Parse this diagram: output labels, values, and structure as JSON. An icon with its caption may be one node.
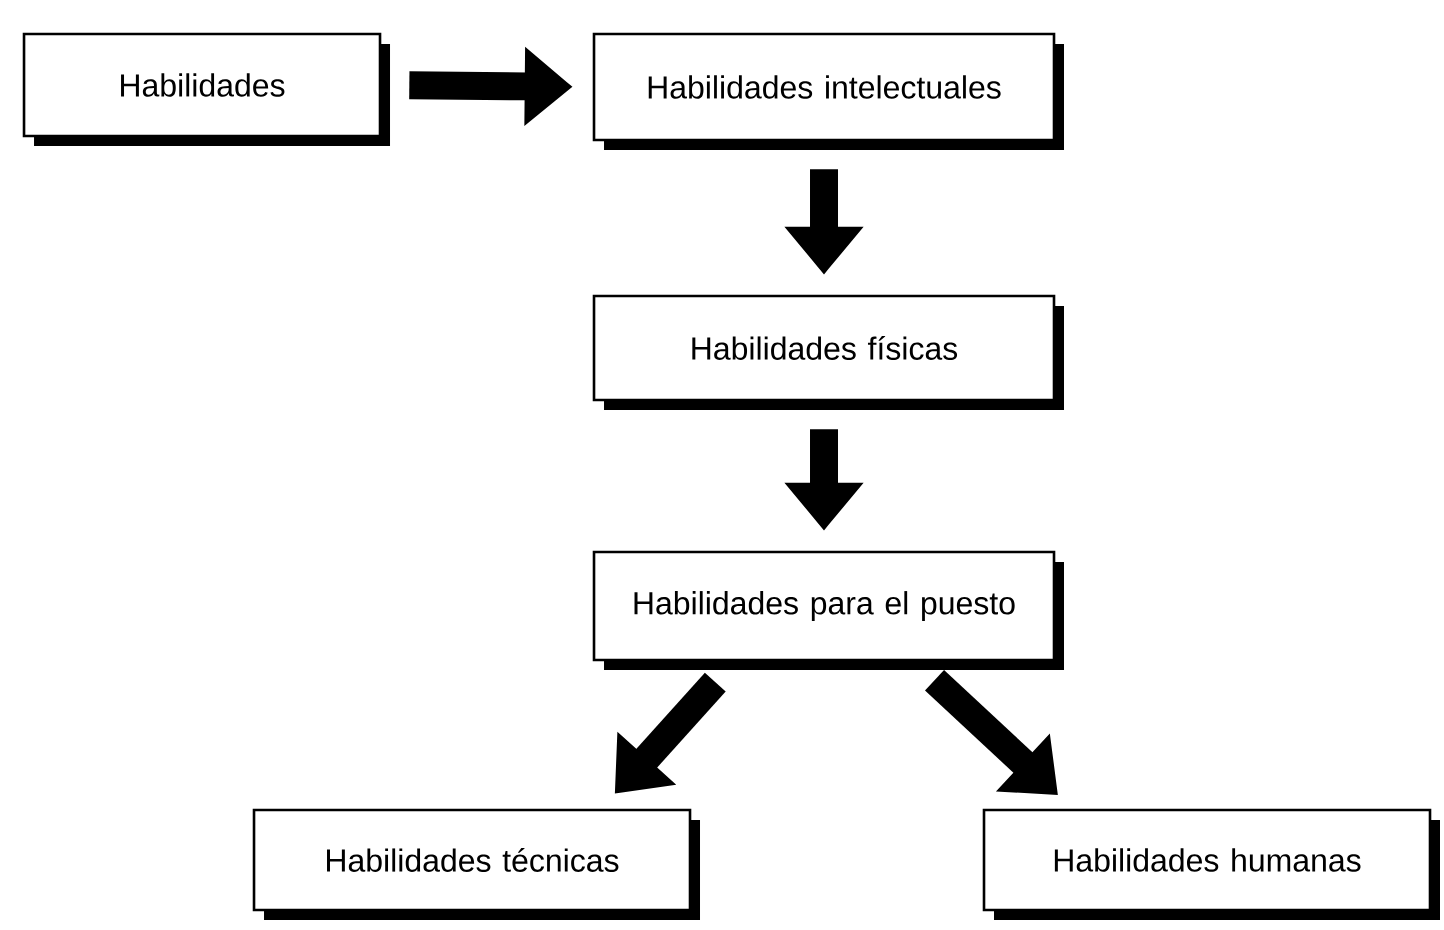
{
  "diagram": {
    "nodes": [
      {
        "text": [
          "Habilidades"
        ]
      },
      {
        "text": [
          "Habilidades intelectuales"
        ]
      },
      {
        "text": [
          "Habilidades físicas"
        ]
      },
      {
        "text": [
          "Habilidades para el puesto"
        ]
      },
      {
        "text": [
          "Habilidades técnicas"
        ]
      },
      {
        "text": [
          "Habilidades humanas"
        ]
      }
    ],
    "edges": [
      {
        "from": 0,
        "to": 1,
        "arrow": "to"
      },
      {
        "from": 1,
        "to": 2,
        "arrow": "to"
      },
      {
        "from": 2,
        "to": 3,
        "arrow": "to"
      },
      {
        "from": 3,
        "to": 4,
        "arrow": "to"
      },
      {
        "from": 3,
        "to": 5,
        "arrow": "to"
      }
    ]
  }
}
